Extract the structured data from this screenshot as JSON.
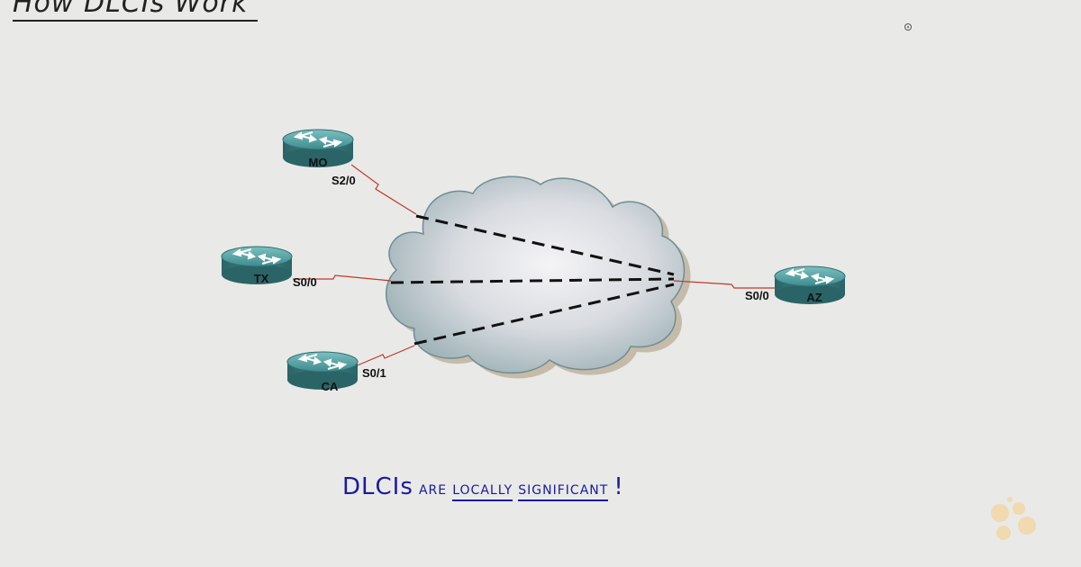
{
  "title": "How DLCIs Work",
  "routers": [
    {
      "id": "mo",
      "label": "MO",
      "interface": "S2/0"
    },
    {
      "id": "tx",
      "label": "TX",
      "interface": "S0/0"
    },
    {
      "id": "ca",
      "label": "CA",
      "interface": "S0/1"
    },
    {
      "id": "az",
      "label": "AZ",
      "interface": "S0/0"
    }
  ],
  "caption": {
    "part1": "DLCIs",
    "part2": "are",
    "part3": "locally",
    "part4": "significant",
    "part5": "!"
  },
  "colors": {
    "router_top": "#4a9a9a",
    "router_side": "#2f6f72",
    "link": "#c0392b",
    "dashed": "#111111",
    "caption": "#1a1aa0",
    "logo": "#f2d6a6"
  },
  "icons": {
    "router": "router-icon",
    "cloud": "frame-relay-cloud-icon",
    "logo": "dots-logo-icon"
  }
}
